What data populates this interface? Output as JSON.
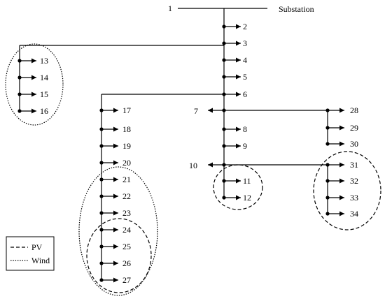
{
  "title": "Substation",
  "legend": {
    "pv": "PV",
    "wind": "Wind"
  },
  "nodes": {
    "n1": "1",
    "n2": "2",
    "n3": "3",
    "n4": "4",
    "n5": "5",
    "n6": "6",
    "n7": "7",
    "n8": "8",
    "n9": "9",
    "n10": "10",
    "n11": "11",
    "n12": "12",
    "n13": "13",
    "n14": "14",
    "n15": "15",
    "n16": "16",
    "n17": "17",
    "n18": "18",
    "n19": "19",
    "n20": "20",
    "n21": "21",
    "n22": "22",
    "n23": "23",
    "n24": "24",
    "n25": "25",
    "n26": "26",
    "n27": "27",
    "n28": "28",
    "n29": "29",
    "n30": "30",
    "n31": "31",
    "n32": "32",
    "n33": "33",
    "n34": "34"
  }
}
